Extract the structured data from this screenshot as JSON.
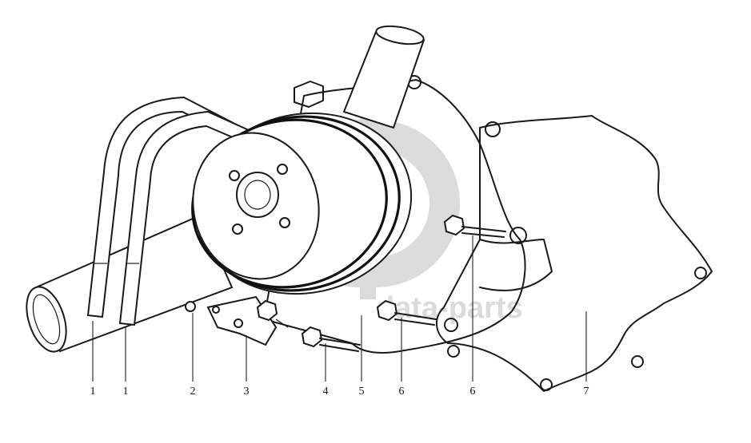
{
  "watermark": {
    "text": "data-parts"
  },
  "callouts": [
    {
      "id": "callout-1a",
      "label": "1"
    },
    {
      "id": "callout-1b",
      "label": "1"
    },
    {
      "id": "callout-2",
      "label": "2"
    },
    {
      "id": "callout-3",
      "label": "3"
    },
    {
      "id": "callout-4",
      "label": "4"
    },
    {
      "id": "callout-5",
      "label": "5"
    },
    {
      "id": "callout-6a",
      "label": "6"
    },
    {
      "id": "callout-6b",
      "label": "6"
    },
    {
      "id": "callout-7",
      "label": "7"
    }
  ]
}
